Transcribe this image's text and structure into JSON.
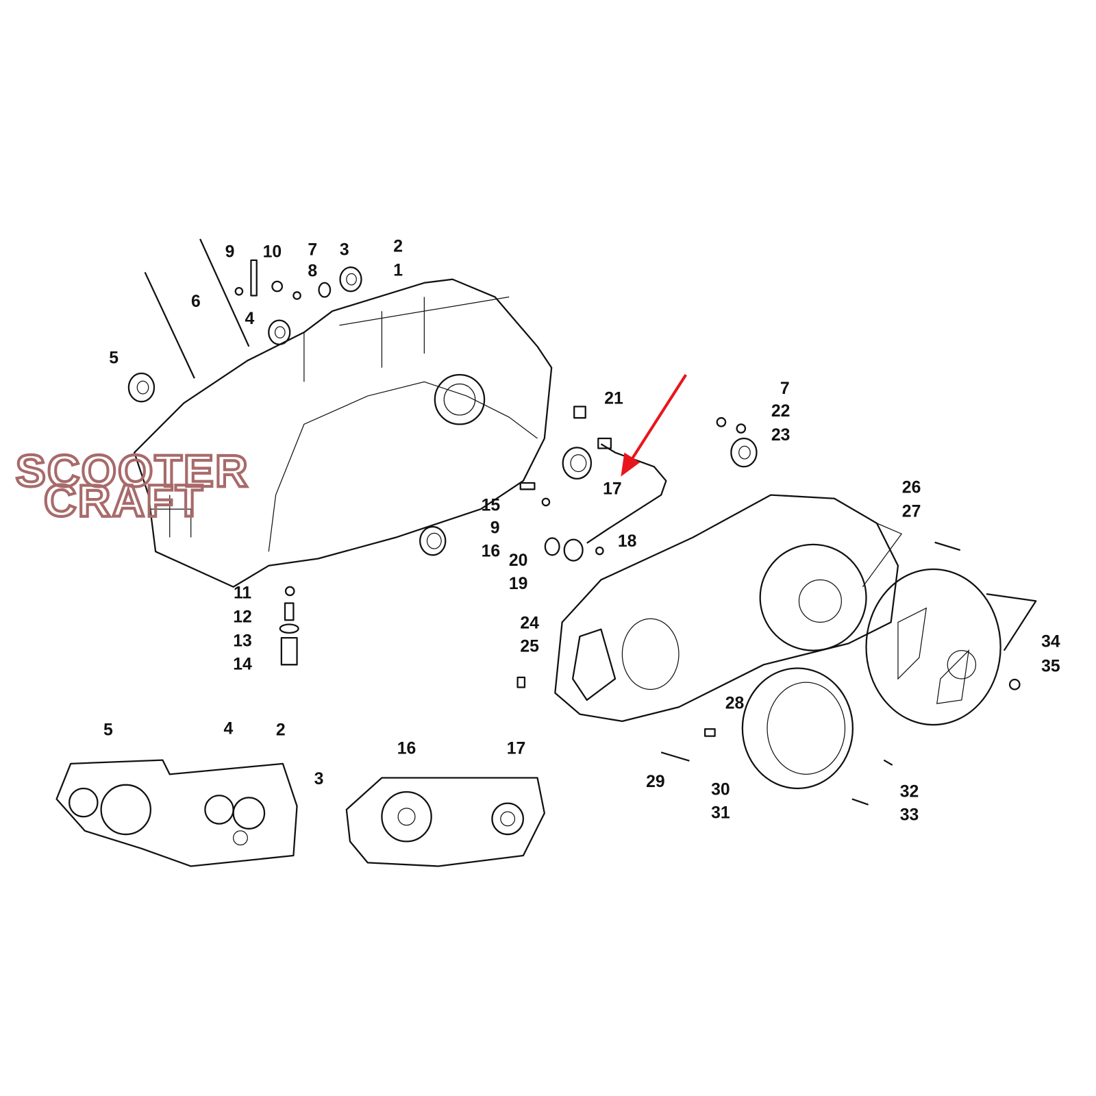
{
  "diagram": {
    "title": "Crankcase / clutch cover exploded parts view",
    "watermark": {
      "line1": "SCOOTER",
      "line2": "CRAFT"
    },
    "highlight_color": "#e8161b",
    "highlighted_part": "17",
    "callouts": [
      "9",
      "10",
      "7",
      "3",
      "2",
      "1",
      "8",
      "6",
      "4",
      "5",
      "21",
      "7",
      "22",
      "23",
      "17",
      "15",
      "9",
      "16",
      "20",
      "19",
      "18",
      "26",
      "27",
      "11",
      "12",
      "13",
      "14",
      "24",
      "25",
      "34",
      "35",
      "28",
      "29",
      "30",
      "31",
      "32",
      "33"
    ],
    "inset_left_callouts": [
      "5",
      "4",
      "2",
      "3"
    ],
    "inset_right_callouts": [
      "16",
      "17"
    ]
  }
}
